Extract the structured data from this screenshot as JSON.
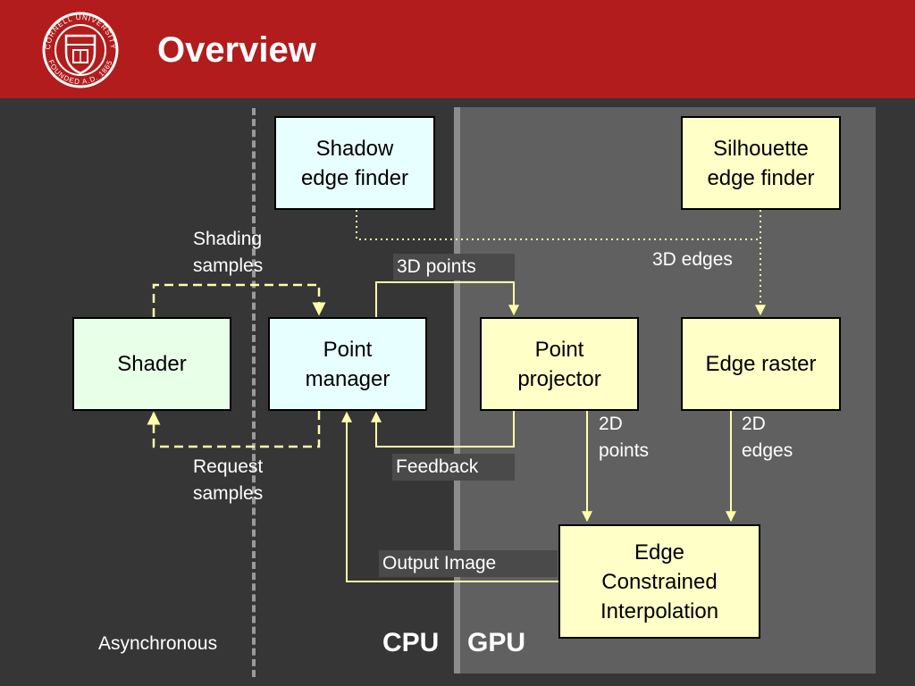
{
  "header": {
    "title": "Overview",
    "logo": {
      "ring_text": "CORNELL UNIVERSITY · FOUNDED A.D. 1865",
      "colors": {
        "ring": "#ffffff",
        "background": "#b21c1c"
      }
    }
  },
  "nodes": {
    "shadow_edge_finder": {
      "line1": "Shadow",
      "line2": "edge finder"
    },
    "silhouette_edge_finder": {
      "line1": "Silhouette",
      "line2": "edge finder"
    },
    "shader": {
      "label": "Shader"
    },
    "point_manager": {
      "line1": "Point",
      "line2": "manager"
    },
    "point_projector": {
      "line1": "Point",
      "line2": "projector"
    },
    "edge_raster": {
      "label": "Edge raster"
    },
    "edge_interpolation": {
      "line1": "Edge",
      "line2": "Constrained",
      "line3": "Interpolation"
    }
  },
  "edge_labels": {
    "shading_samples": {
      "line1": "Shading",
      "line2": "samples"
    },
    "points_3d": "3D points",
    "edges_3d": "3D edges",
    "request_samples": {
      "line1": "Request",
      "line2": "samples"
    },
    "feedback": "Feedback",
    "points_2d": {
      "line1": "2D",
      "line2": "points"
    },
    "edges_2d": {
      "line1": "2D",
      "line2": "edges"
    },
    "output_image": "Output Image"
  },
  "regions": {
    "asynchronous": "Asynchronous",
    "cpu": "CPU",
    "gpu": "GPU"
  },
  "colors": {
    "header": "#b21c1c",
    "background": "#363636",
    "gpu_region": "#606060",
    "arrow": "#ffffaa",
    "box_green": "#e8ffe8",
    "box_cyan": "#e8ffff",
    "box_yellow": "#ffffc8"
  }
}
